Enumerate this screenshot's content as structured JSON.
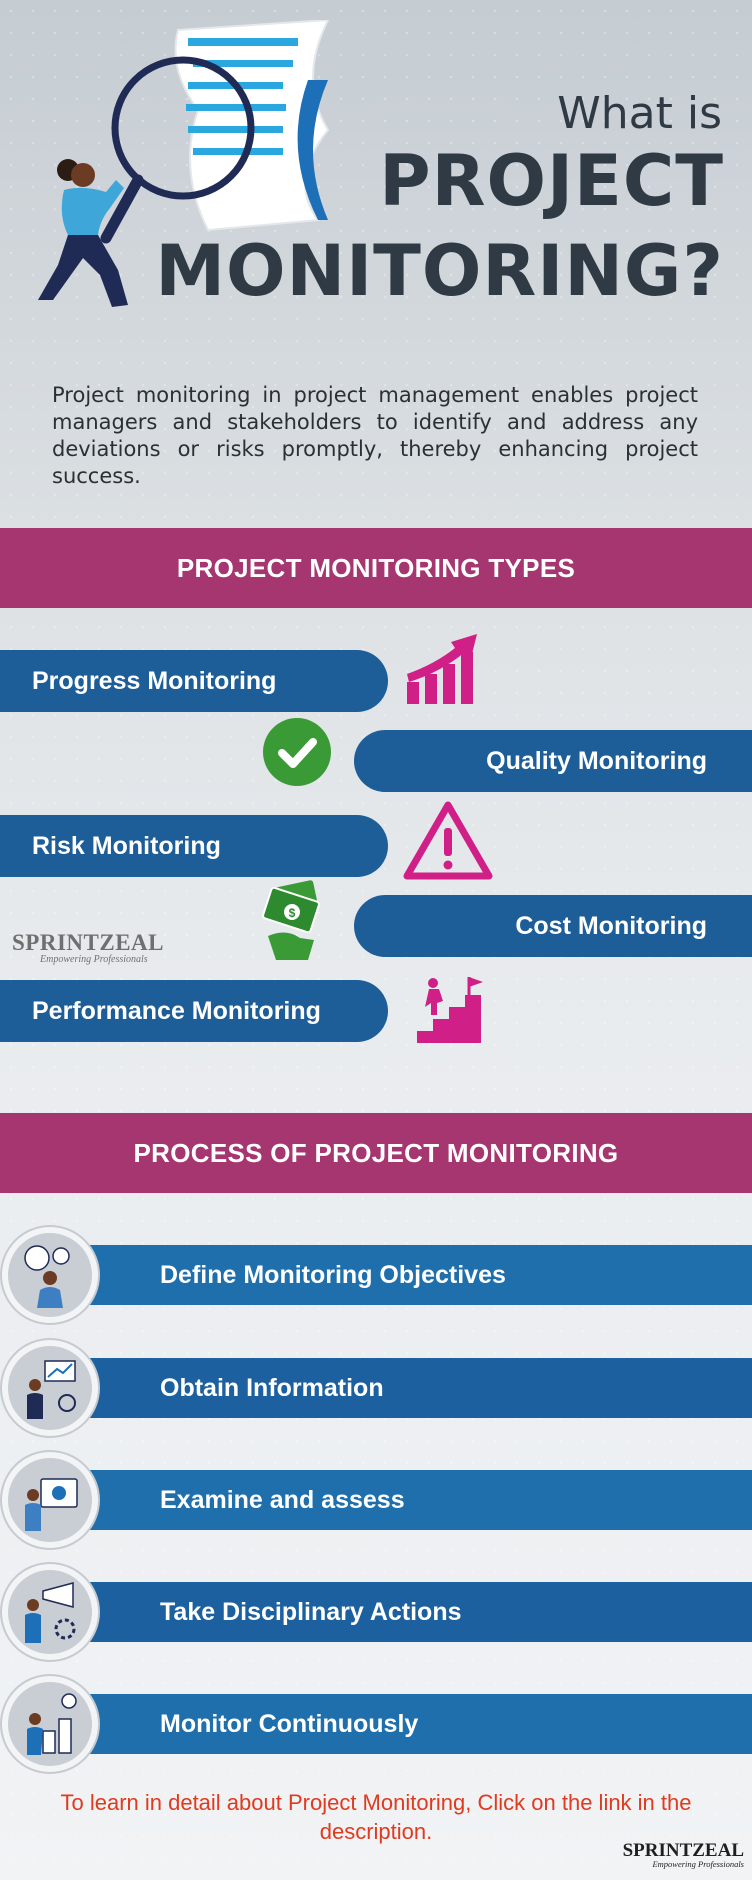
{
  "hero": {
    "title_line1": "What is",
    "title_line2": "PROJECT",
    "title_line3": "MONITORING?",
    "intro": "Project monitoring in project management enables project managers and stakeholders to identify and address any deviations or risks promptly, thereby enhancing project success."
  },
  "types": {
    "heading": "PROJECT MONITORING TYPES",
    "items": [
      {
        "label": "Progress Monitoring",
        "icon": "bar-chart-up-icon"
      },
      {
        "label": "Quality Monitoring",
        "icon": "check-circle-icon"
      },
      {
        "label": "Risk Monitoring",
        "icon": "warning-triangle-icon"
      },
      {
        "label": "Cost Monitoring",
        "icon": "money-stack-icon"
      },
      {
        "label": "Performance Monitoring",
        "icon": "stairs-flag-icon"
      }
    ]
  },
  "process": {
    "heading": "PROCESS OF PROJECT MONITORING",
    "steps": [
      {
        "label": "Define Monitoring Objectives",
        "icon": "thinking-person-icon"
      },
      {
        "label": "Obtain Information",
        "icon": "data-gathering-icon"
      },
      {
        "label": "Examine and assess",
        "icon": "analysis-icon"
      },
      {
        "label": "Take Disciplinary Actions",
        "icon": "action-megaphone-icon"
      },
      {
        "label": "Monitor Continuously",
        "icon": "continuous-growth-icon"
      }
    ]
  },
  "cta": "To learn in detail about  Project Monitoring, Click on the link in the description.",
  "brand": {
    "name": "SPRINTZEAL",
    "tagline": "Empowering Professionals"
  },
  "colors": {
    "banner": "#a5366f",
    "pill": "#1d5e99",
    "accent_pink": "#d01f86",
    "check_green": "#3a9a36",
    "cta_red": "#e03a1f"
  }
}
